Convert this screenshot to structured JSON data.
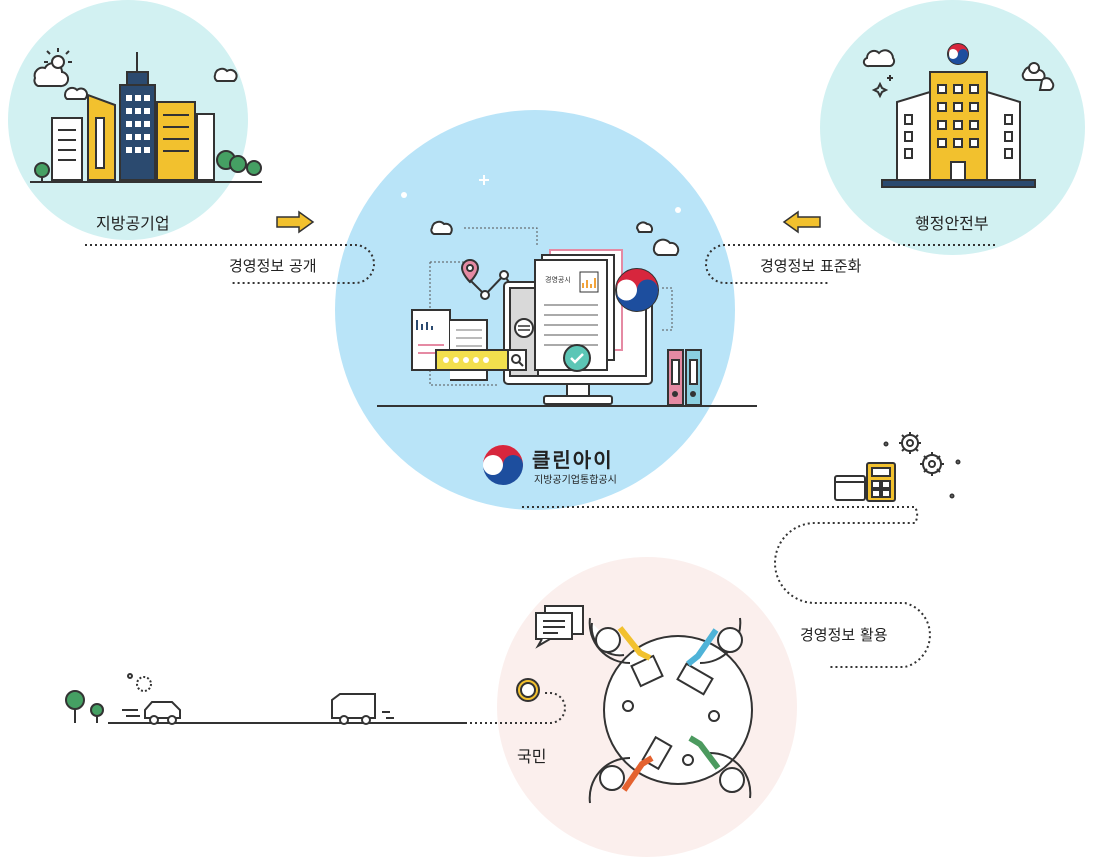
{
  "nodes": {
    "local_enterprise": "지방공기업",
    "ministry": "행정안전부",
    "citizens": "국민"
  },
  "flows": {
    "disclosure": "경영정보 공개",
    "standardization": "경영정보 표준화",
    "utilization": "경영정보 활용"
  },
  "center": {
    "name": "클린아이",
    "subtitle": "지방공기업통합공시",
    "document_title": "경영공시"
  },
  "colors": {
    "teal_circle": "#d2f1f2",
    "blue_circle": "#b9e4f8",
    "pink_circle": "#fbefed",
    "accent_yellow": "#f2c12e",
    "navy": "#2b4a6f"
  }
}
